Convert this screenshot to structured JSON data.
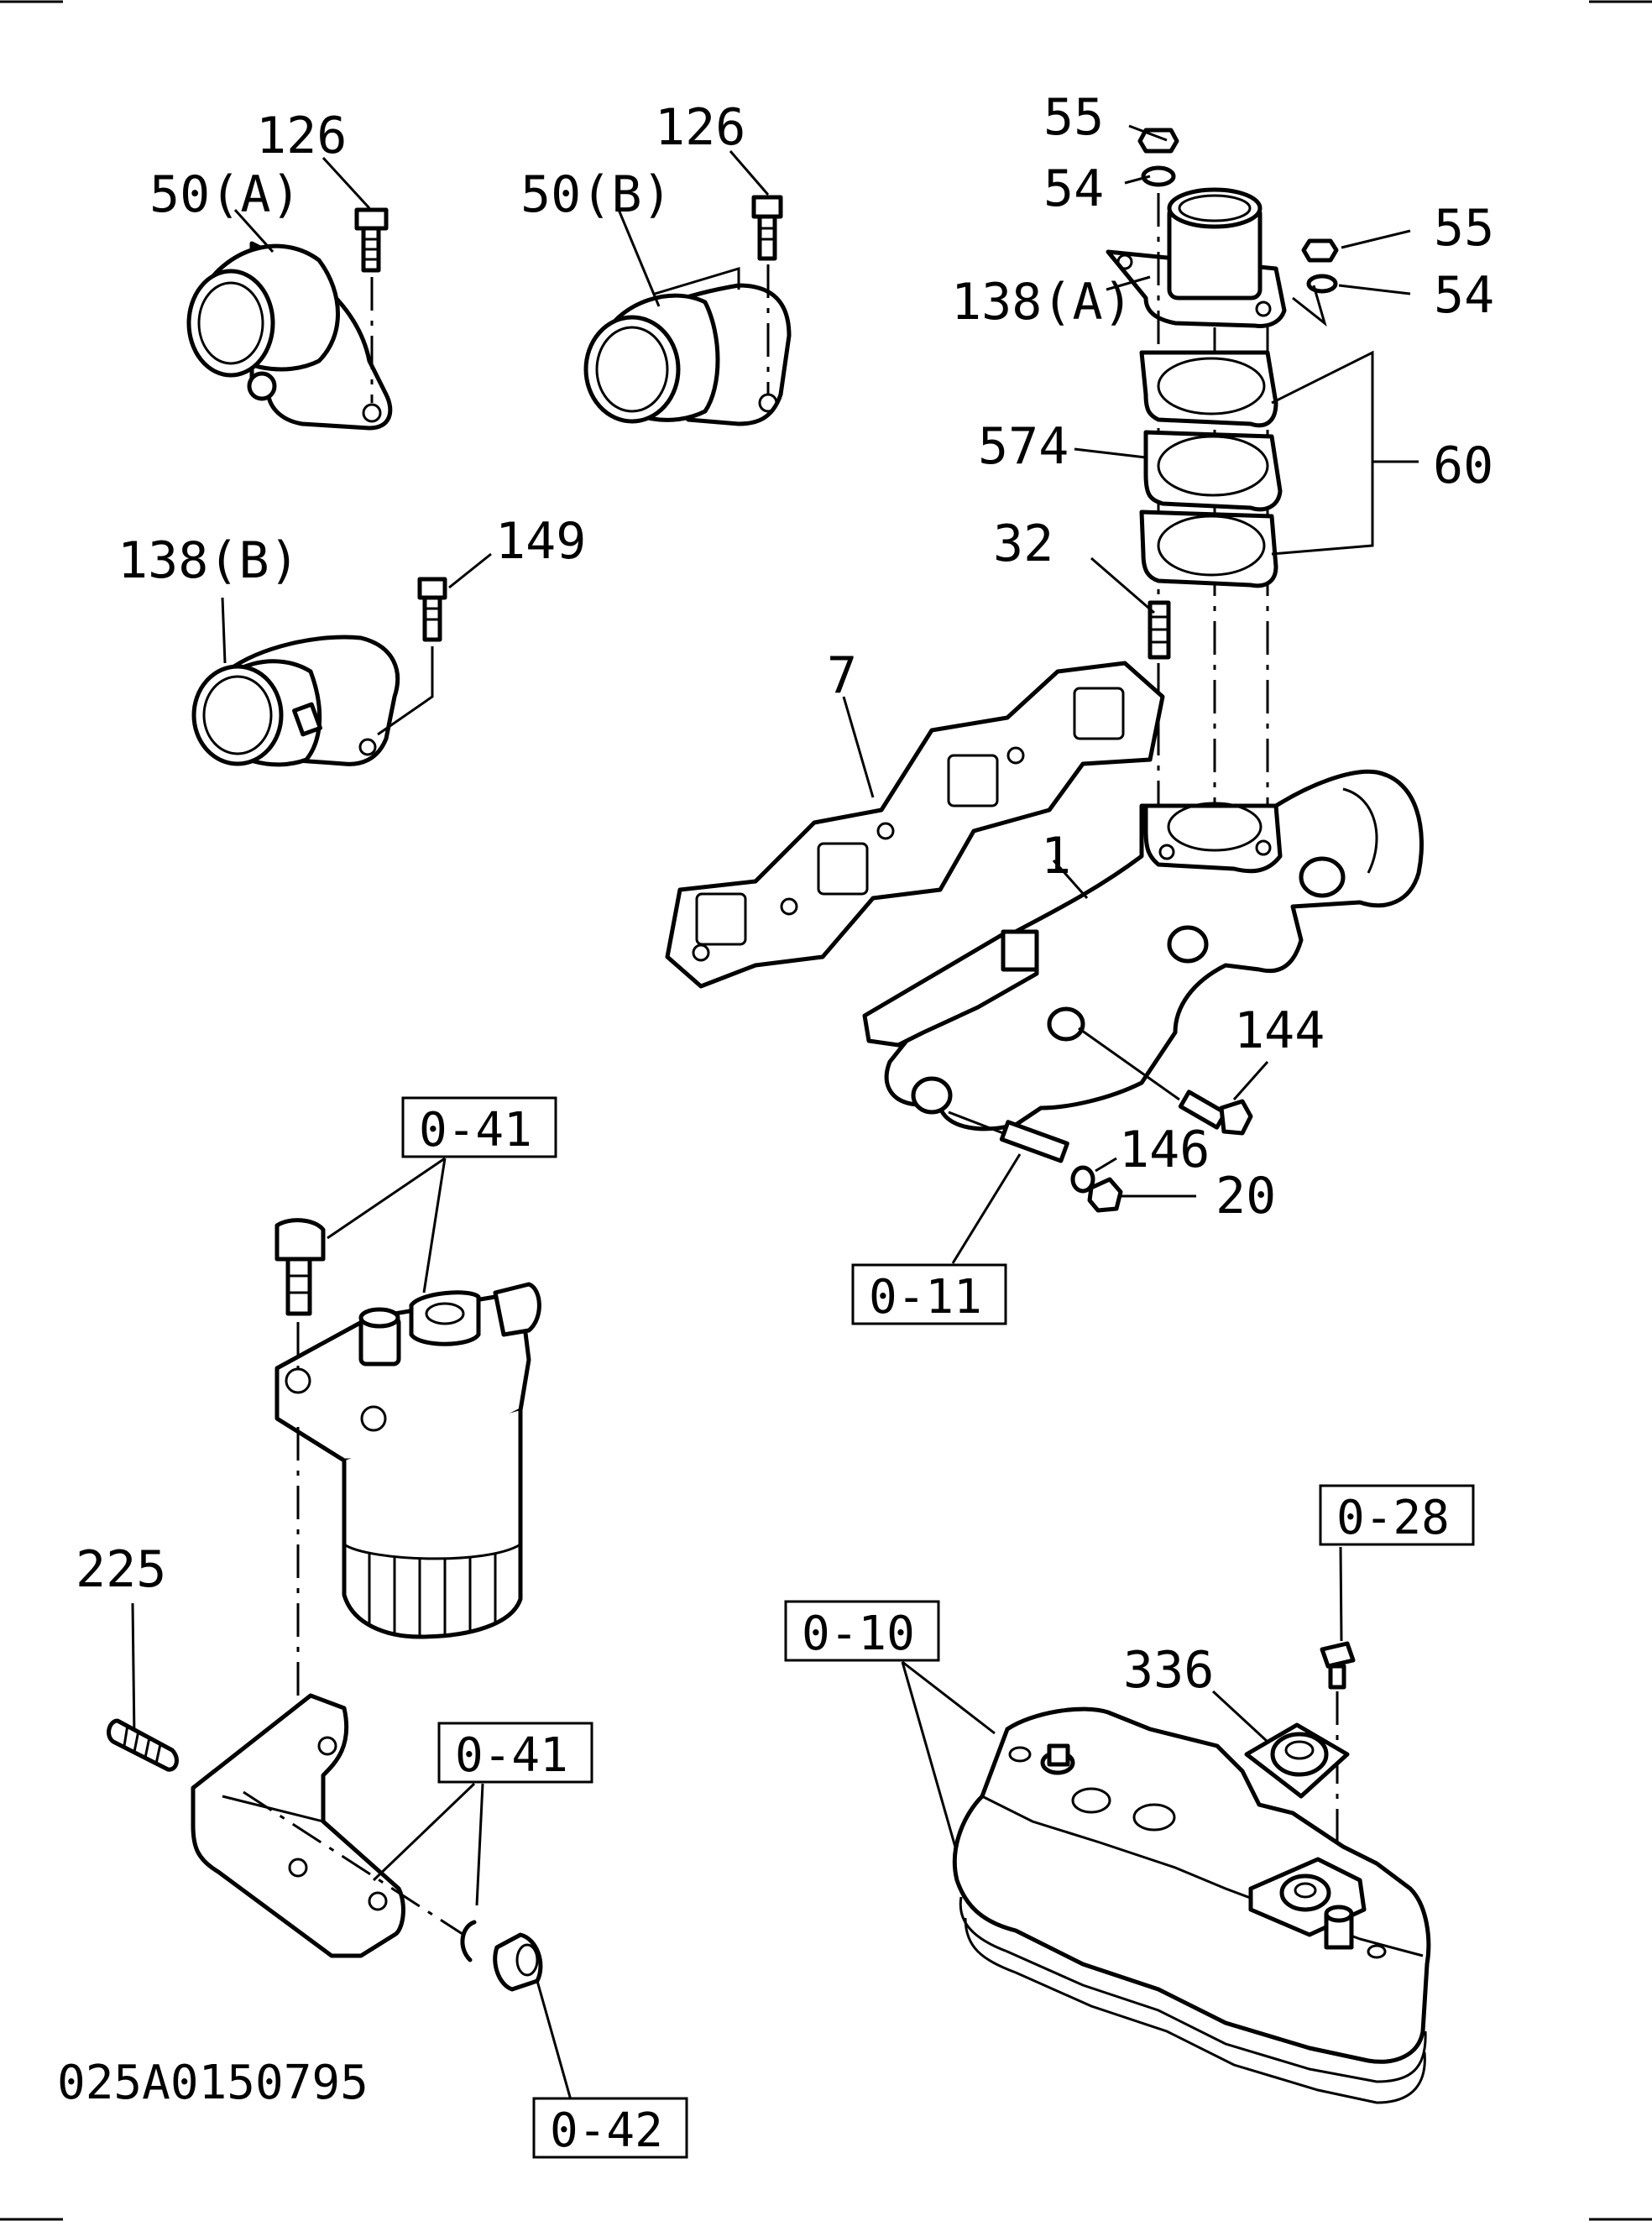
{
  "callouts": {
    "c126a": "126",
    "c50a": "50(A)",
    "c126b": "126",
    "c50b": "50(B)",
    "c55a": "55",
    "c54a": "54",
    "c55b": "55",
    "c54b": "54",
    "c138a": "138(A)",
    "c574": "574",
    "c60": "60",
    "c32": "32",
    "c138b": "138(B)",
    "c149": "149",
    "c7": "7",
    "c1": "1",
    "c144": "144",
    "c146": "146",
    "c20": "20",
    "c225": "225",
    "c336": "336"
  },
  "refs": {
    "r041a": "0-41",
    "r011": "0-11",
    "r028": "0-28",
    "r010": "0-10",
    "r041b": "0-41",
    "r042": "0-42"
  },
  "drawing_code": "025A0150795"
}
